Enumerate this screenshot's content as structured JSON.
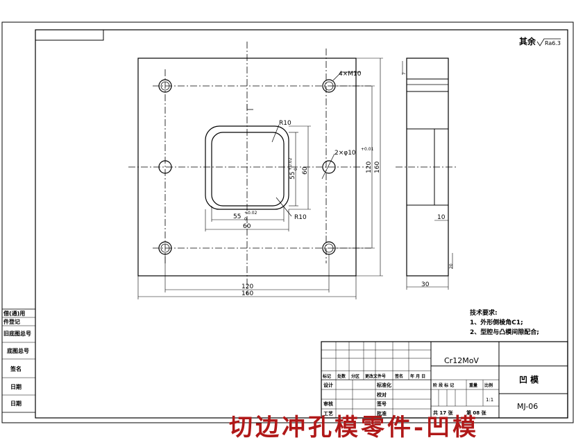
{
  "roughness": {
    "prefix": "其余",
    "value": "Ra6.3"
  },
  "dims": {
    "holes_thread": "4×M10",
    "r_top": "R10",
    "r_bottom": "R10",
    "pin_holes": "2×φ10",
    "pin_tol": "+0.01",
    "cavity_h": "55",
    "cavity_h_tol": "+0.02",
    "cavity_h_zero": "0",
    "cavity_w": "55",
    "cavity_w_tol": "+0.02",
    "cavity_w_zero": "0",
    "outline_60_h": "60",
    "outline_60_w": "60",
    "pitch_v": "120",
    "size_v": "160",
    "pitch_h": "120",
    "size_h": "160",
    "thickness": "30",
    "step": "10",
    "side_a": "7",
    "side_b": "20"
  },
  "tech": {
    "title": "技术要求:",
    "item1": "1、外形倒棱角C1;",
    "item2": "2、型腔与凸模间隙配合;"
  },
  "left_labels": [
    "借(通)用",
    "件登记",
    "旧底图总号",
    "底图总号",
    "签名",
    "日期",
    "日期"
  ],
  "title_block": {
    "material": "Cr12MoV",
    "part_name": "凹  模",
    "drawing_no": "MJ-06",
    "headers": [
      "标记",
      "处数",
      "分区",
      "更改文件号",
      "签名",
      "年 月 日"
    ],
    "design": "设计",
    "standard": "标准化",
    "review": "审核",
    "process": "工艺",
    "approve": "批准",
    "proofread": "校对",
    "sign": "签号",
    "stage": "阶 段 标 记",
    "weight": "重量",
    "scale": "比例",
    "scale_value": "1:1",
    "sheets_total": "共 17 张",
    "sheet_no": "第 08 张"
  },
  "banner": "切边冲孔模零件-凹模"
}
